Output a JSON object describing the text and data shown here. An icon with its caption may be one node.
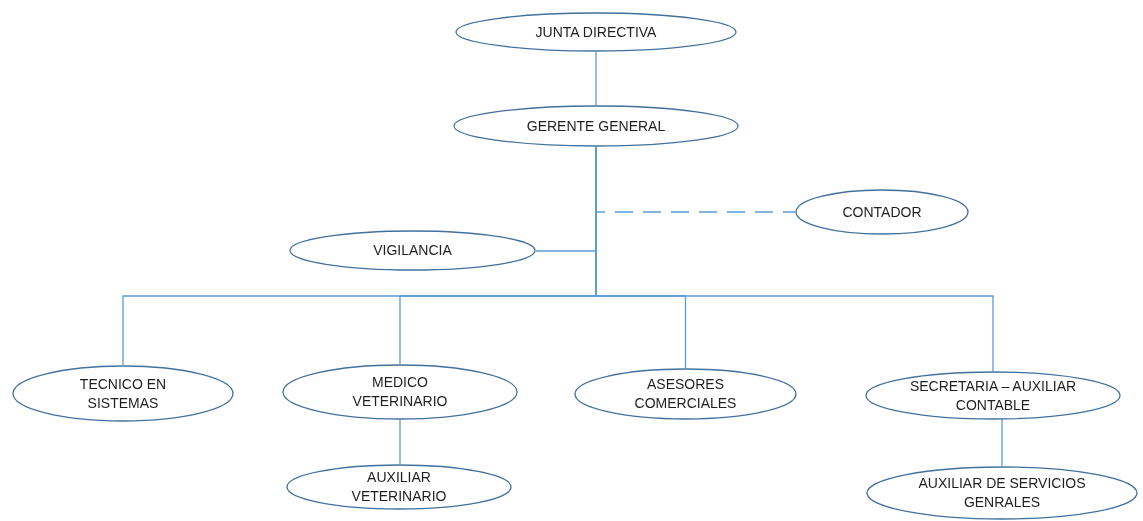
{
  "diagram": {
    "nodes": [
      {
        "text": [
          "JUNTA DIRECTIVA"
        ]
      },
      {
        "text": [
          "GERENTE GENERAL"
        ]
      },
      {
        "text": [
          "CONTADOR"
        ]
      },
      {
        "text": [
          "VIGILANCIA"
        ]
      },
      {
        "text": [
          "TECNICO EN SISTEMAS"
        ]
      },
      {
        "text": [
          "MEDICO VETERINARIO"
        ]
      },
      {
        "text": [
          "AUXILIAR VETERINARIO"
        ]
      },
      {
        "text": [
          "ASESORES COMERCIALES"
        ]
      },
      {
        "text": [
          "SECRETARIA – AUXILIAR CONTABLE"
        ]
      },
      {
        "text": [
          "AUXILIAR DE SERVICIOS GENRALES"
        ]
      }
    ],
    "edges": [
      {
        "from": 0,
        "to": 1,
        "arrow": "none"
      },
      {
        "from": 1,
        "to": 2,
        "arrow": "none",
        "style": "dashed"
      },
      {
        "from": 1,
        "to": 3,
        "arrow": "none"
      },
      {
        "from": 1,
        "to": 4,
        "arrow": "none"
      },
      {
        "from": 1,
        "to": 5,
        "arrow": "none"
      },
      {
        "from": 1,
        "to": 7,
        "arrow": "none"
      },
      {
        "from": 1,
        "to": 8,
        "arrow": "none"
      },
      {
        "from": 5,
        "to": 6,
        "arrow": "none"
      },
      {
        "from": 8,
        "to": 9,
        "arrow": "none"
      }
    ]
  }
}
